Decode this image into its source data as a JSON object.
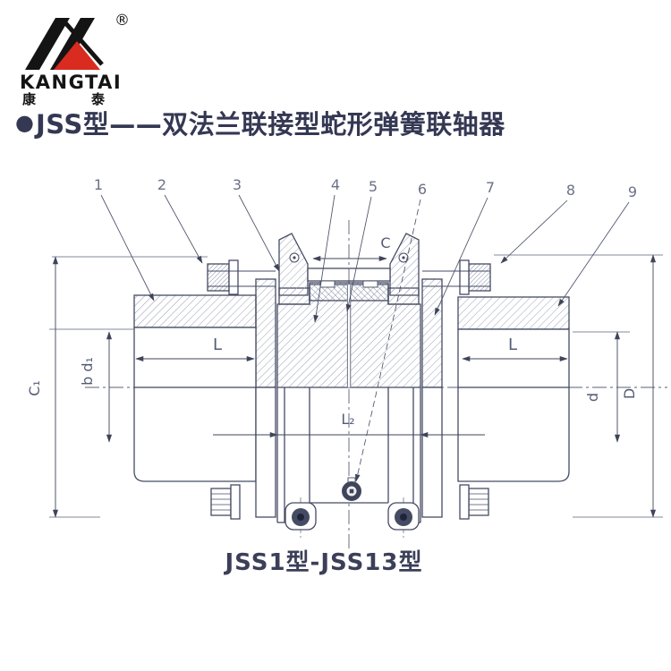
{
  "logo": {
    "brand": "KANGTAI",
    "brand_cn": "康泰",
    "registered": "®"
  },
  "title": {
    "bullet": "●",
    "text": "JSS型——双法兰联接型蛇形弹簧联轴器"
  },
  "drawing": {
    "callouts": [
      "1",
      "2",
      "3",
      "4",
      "5",
      "6",
      "7",
      "8",
      "9"
    ],
    "dims": {
      "C": "C",
      "C1": "C₁",
      "L": "L",
      "L2": "L₂",
      "bd1": "b d₁",
      "d": "d",
      "D": "D"
    }
  },
  "caption": "JSS1型-JSS13型",
  "colors": {
    "line": "#454b63",
    "hatch": "#99a0b4",
    "accent_red": "#d92b1f",
    "text": "#343853"
  }
}
